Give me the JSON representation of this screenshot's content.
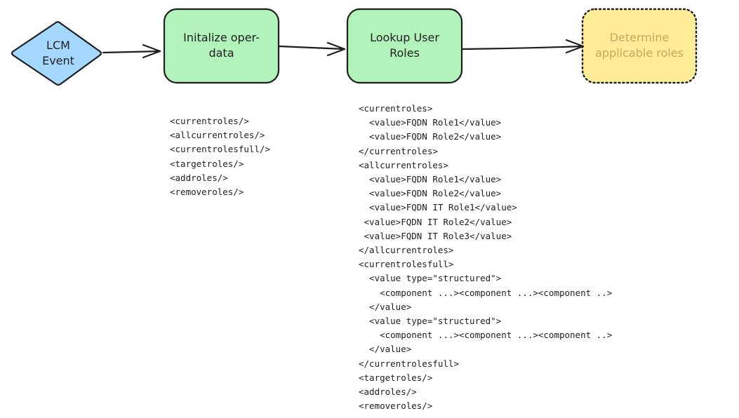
{
  "nodes": {
    "lcm_event": {
      "label": "LCM\nEvent",
      "fill": "#a5d8ff"
    },
    "init_oper_data": {
      "label": "Initalize oper-\ndata",
      "fill": "#b2f2bb"
    },
    "lookup_roles": {
      "label": "Lookup User\nRoles",
      "fill": "#b2f2bb"
    },
    "determine_roles": {
      "label": "Determine\napplicable roles",
      "fill": "#ffec99"
    }
  },
  "annotations": {
    "init_output": "<currentroles/>\n<allcurrentroles/>\n<currentrolesfull/>\n<targetroles/>\n<addroles/>\n<removeroles/>",
    "lookup_output": "<currentroles>\n  <value>FQDN Role1</value>\n  <value>FQDN Role2</value>\n</currentroles>\n<allcurrentroles>\n  <value>FQDN Role1</value>\n  <value>FQDN Role2</value>\n  <value>FQDN IT Role1</value>\n <value>FQDN IT Role2</value>\n <value>FQDN IT Role3</value>\n</allcurrentroles>\n<currentrolesfull>\n  <value type=\"structured\">\n    <component ...><component ...><component ..>\n  </value>\n  <value type=\"structured\">\n    <component ...><component ...><component ..>\n  </value>\n</currentrolesfull>\n<targetroles/>\n<addroles/>\n<removeroles/>"
  },
  "colors": {
    "stroke": "#1e1e1e",
    "pending_text": "#c2a85a"
  }
}
